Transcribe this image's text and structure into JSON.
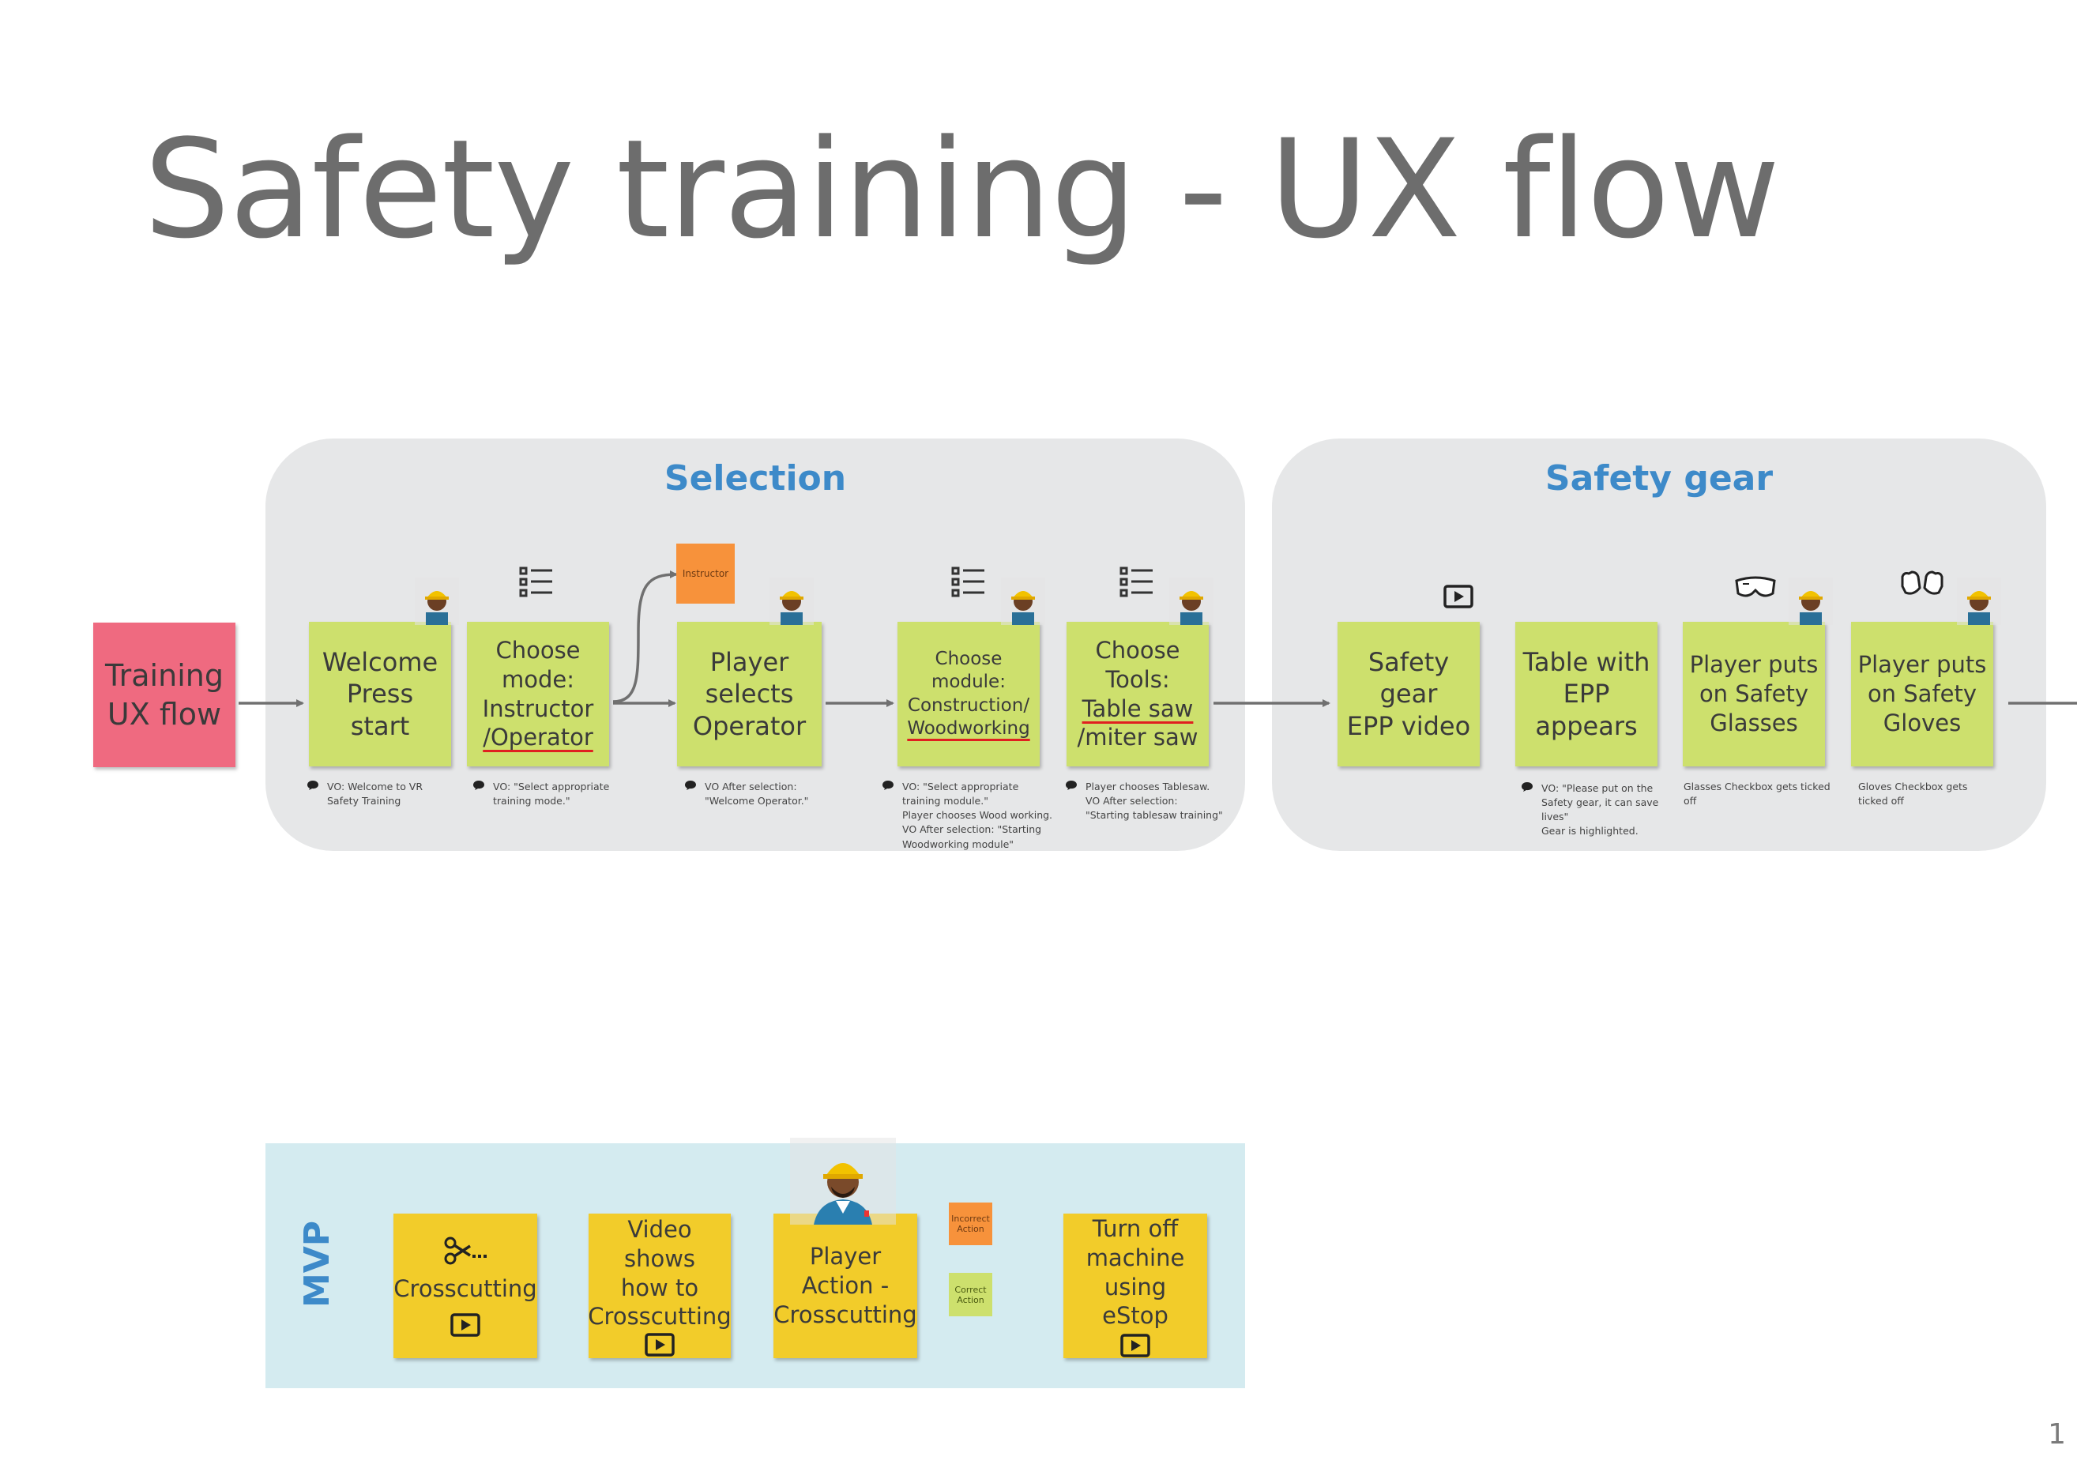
{
  "title": "Safety training - UX flow",
  "start_node": {
    "line1": "Training",
    "line2": "UX flow"
  },
  "groups": {
    "selection": {
      "title": "Selection",
      "steps": [
        {
          "lines": [
            "Welcome",
            "Press",
            "start"
          ],
          "note": [
            "VO: Welcome to VR",
            "Safety Training"
          ]
        },
        {
          "lines": [
            "Choose",
            "mode:",
            "Instructor"
          ],
          "underlined": "/Operator",
          "note": [
            "VO: \"Select appropriate",
            "training mode.\""
          ]
        },
        {
          "lines": [
            "Player",
            "selects",
            "Operator"
          ],
          "note": [
            "VO After selection:",
            "\"Welcome Operator.\""
          ]
        },
        {
          "lines": [
            "Choose",
            "module:",
            "Construction/"
          ],
          "underlined": "Woodworking",
          "note": [
            "VO: \"Select appropriate",
            "training module.\"",
            "Player chooses Wood working.",
            "VO After selection: \"Starting",
            "Woodworking module\""
          ]
        },
        {
          "lines": [
            "Choose",
            "Tools:"
          ],
          "underlined": "Table saw",
          "last": "/miter saw",
          "note": [
            "Player chooses Tablesaw.",
            "VO After selection:",
            "\"Starting tablesaw training\""
          ]
        }
      ],
      "branch_label": "Instructor"
    },
    "safety_gear": {
      "title": "Safety gear",
      "steps": [
        {
          "lines": [
            "Safety",
            "gear",
            "EPP video"
          ]
        },
        {
          "lines": [
            "Table with",
            "EPP",
            "appears"
          ],
          "note": [
            "VO: \"Please put on the",
            "Safety gear, it can save",
            "lives\"",
            "Gear is highlighted."
          ]
        },
        {
          "lines": [
            "Player puts",
            "on Safety",
            "Glasses"
          ],
          "note": [
            "Glasses Checkbox gets ticked",
            "off"
          ]
        },
        {
          "lines": [
            "Player puts",
            "on Safety",
            "Gloves"
          ],
          "note": [
            "Gloves Checkbox gets",
            "ticked off"
          ]
        }
      ]
    }
  },
  "mvp": {
    "label": "MVP",
    "steps": [
      {
        "lines": [
          "Crosscutting"
        ]
      },
      {
        "lines": [
          "Video shows",
          "how to",
          "Crosscutting"
        ]
      },
      {
        "lines": [
          "Player",
          "Action -",
          "Crosscutting"
        ]
      },
      {
        "lines": [
          "Turn off",
          "machine",
          "using eStop"
        ]
      }
    ],
    "incorrect": [
      "Incorrect",
      "Action"
    ],
    "correct": [
      "Correct",
      "Action"
    ]
  },
  "page_number": "1",
  "colors": {
    "sticky_green": "#cde06d",
    "sticky_yellow": "#f2cc2a",
    "pink": "#ef6a80",
    "orange": "#f7923b",
    "blue_title": "#3d8ac9",
    "group_bg": "#e6e7e8",
    "mvp_bg": "#d4ebf0"
  },
  "icons": [
    "list-icon",
    "play-icon",
    "goggles-icon",
    "gloves-icon",
    "worker-avatar-icon",
    "scissors-icon",
    "speech-bubble-icon"
  ]
}
